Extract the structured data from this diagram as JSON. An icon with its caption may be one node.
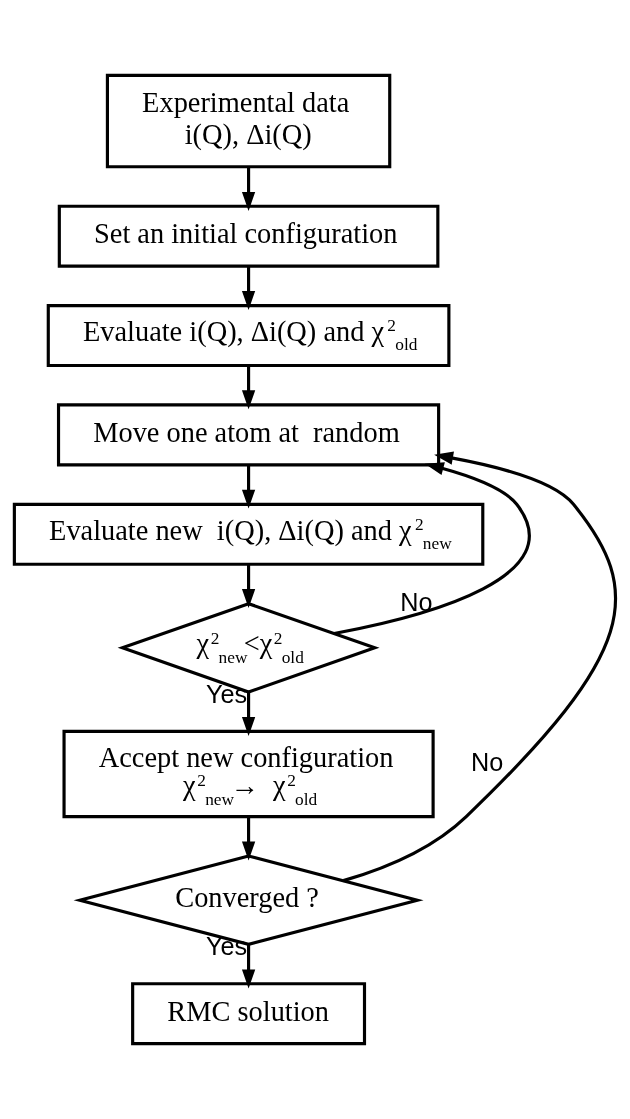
{
  "diagram": {
    "nodes": [
      {
        "text": [
          "Experimental data",
          "i(Q), Δi(Q)"
        ]
      },
      {
        "text": [
          "Set an initial configuration"
        ]
      },
      {
        "text": [
          "Evaluate i(Q), Δi(Q) and χ$^{2}$$_{old}$"
        ]
      },
      {
        "text": [
          "Move one atom at  random"
        ]
      },
      {
        "text": [
          "Evaluate new  i(Q), Δi(Q) and χ$^{2}$$_{new}$"
        ]
      },
      {
        "text": [
          "χ$^{2}$$_{new}$<χ$^{2}$$_{old}$"
        ]
      },
      {
        "text": [
          "Accept new configuration",
          "χ$^{2}$$_{new}$→  χ$^{2}$$_{old}$"
        ]
      },
      {
        "text": [
          "Converged ?"
        ]
      },
      {
        "text": [
          "RMC solution"
        ]
      }
    ],
    "edges": [
      {
        "from": 0,
        "to": 1,
        "arrow": "to"
      },
      {
        "from": 1,
        "to": 2,
        "arrow": "to"
      },
      {
        "from": 2,
        "to": 3,
        "arrow": "to"
      },
      {
        "from": 3,
        "to": 4,
        "arrow": "to"
      },
      {
        "from": 4,
        "to": 5,
        "arrow": "to"
      },
      {
        "from": 5,
        "to": 3,
        "arrow": "to",
        "label": "No"
      },
      {
        "from": 5,
        "to": 6,
        "arrow": "to",
        "label": "Yes"
      },
      {
        "from": 6,
        "to": 7,
        "arrow": "to"
      },
      {
        "from": 7,
        "to": 3,
        "arrow": "to",
        "label": "No"
      },
      {
        "from": 7,
        "to": 8,
        "arrow": "to",
        "label": "Yes"
      }
    ]
  }
}
